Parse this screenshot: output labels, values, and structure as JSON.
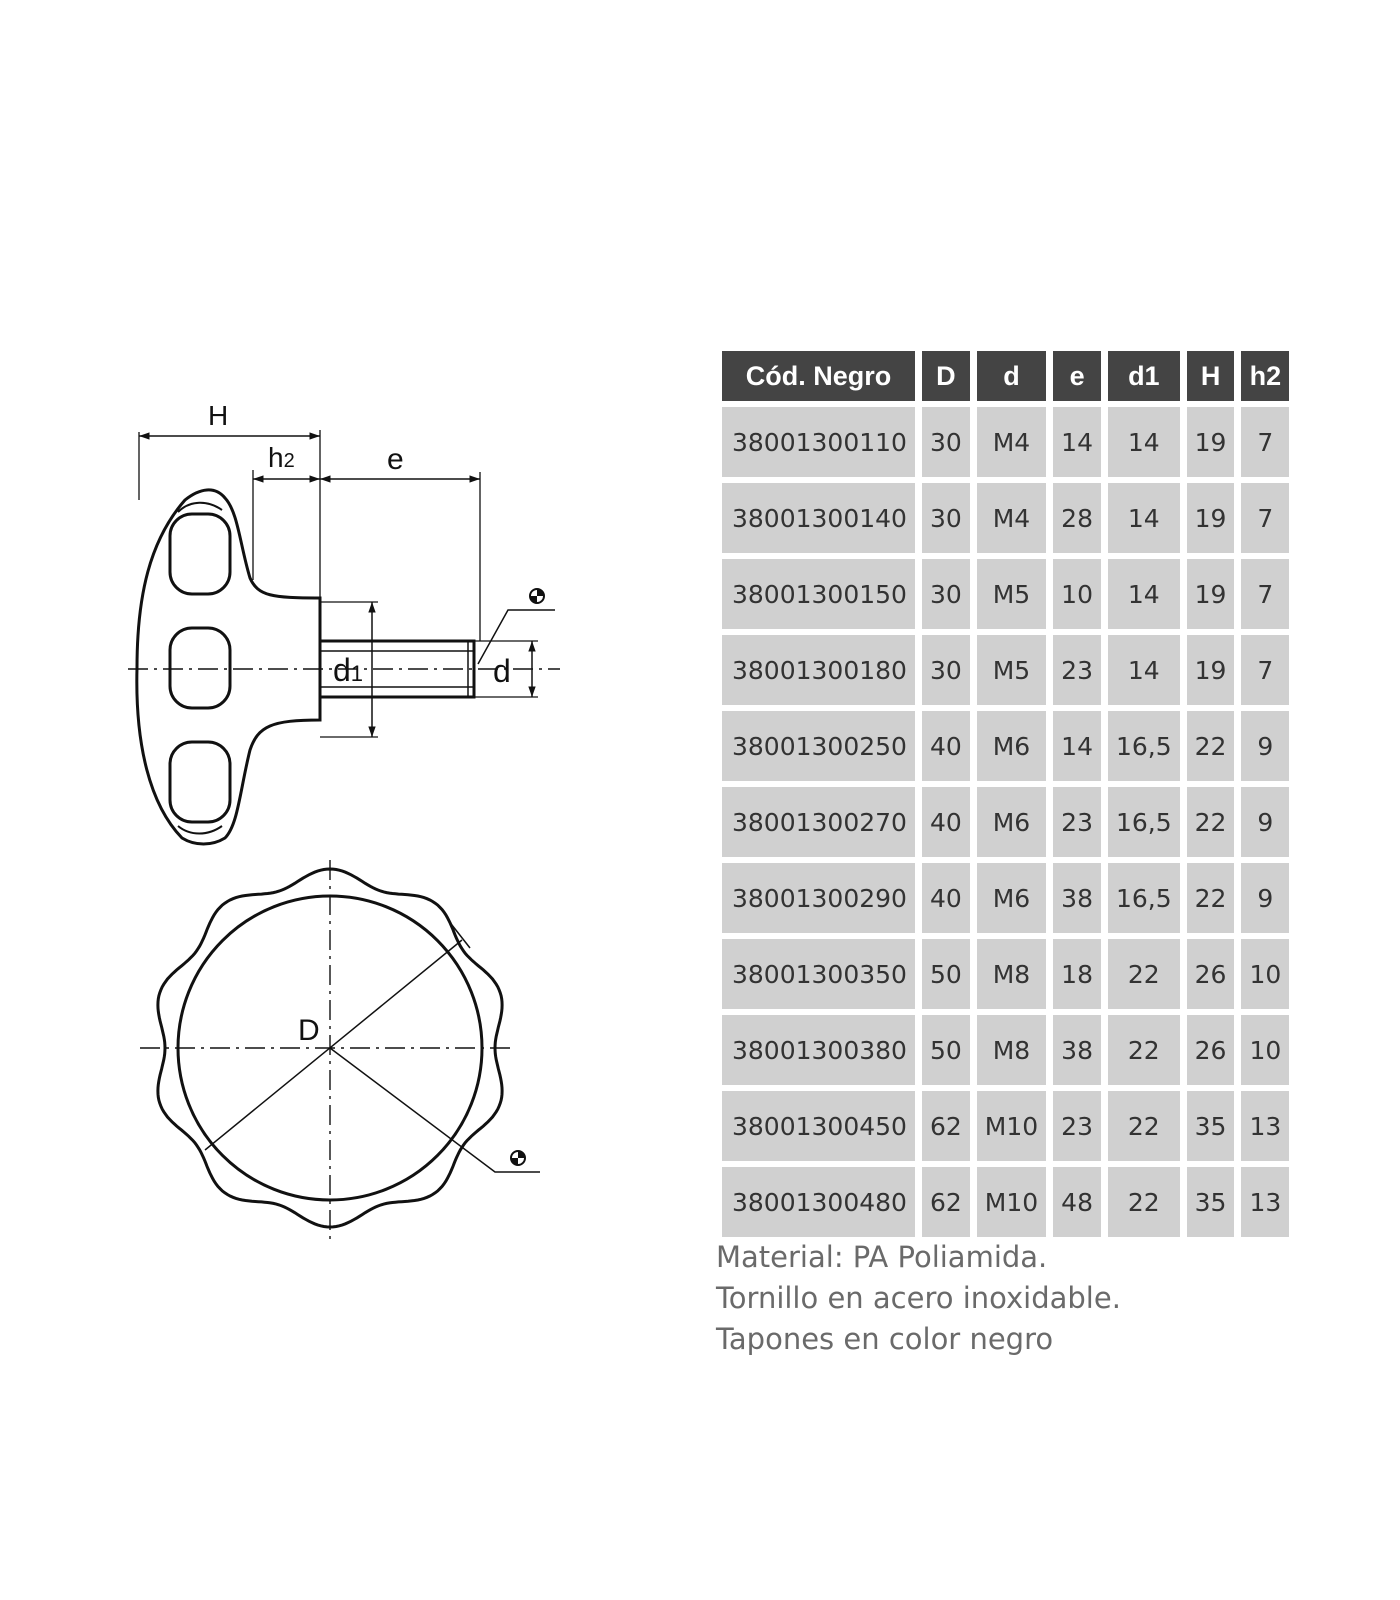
{
  "drawing": {
    "labels": {
      "H": "H",
      "h2_main": "h",
      "h2_sub": "2",
      "e": "e",
      "d1_main": "d",
      "d1_sub": "1",
      "d": "d",
      "D": "D"
    }
  },
  "table": {
    "headers": [
      "Cód. Negro",
      "D",
      "d",
      "e",
      "d1",
      "H",
      "h2"
    ],
    "rows": [
      [
        "38001300110",
        "30",
        "M4",
        "14",
        "14",
        "19",
        "7"
      ],
      [
        "38001300140",
        "30",
        "M4",
        "28",
        "14",
        "19",
        "7"
      ],
      [
        "38001300150",
        "30",
        "M5",
        "10",
        "14",
        "19",
        "7"
      ],
      [
        "38001300180",
        "30",
        "M5",
        "23",
        "14",
        "19",
        "7"
      ],
      [
        "38001300250",
        "40",
        "M6",
        "14",
        "16,5",
        "22",
        "9"
      ],
      [
        "38001300270",
        "40",
        "M6",
        "23",
        "16,5",
        "22",
        "9"
      ],
      [
        "38001300290",
        "40",
        "M6",
        "38",
        "16,5",
        "22",
        "9"
      ],
      [
        "38001300350",
        "50",
        "M8",
        "18",
        "22",
        "26",
        "10"
      ],
      [
        "38001300380",
        "50",
        "M8",
        "38",
        "22",
        "26",
        "10"
      ],
      [
        "38001300450",
        "62",
        "M10",
        "23",
        "22",
        "35",
        "13"
      ],
      [
        "38001300480",
        "62",
        "M10",
        "48",
        "22",
        "35",
        "13"
      ]
    ]
  },
  "notes": [
    "Material: PA Poliamida.",
    "Tornillo en acero inoxidable.",
    "Tapones en color negro"
  ]
}
